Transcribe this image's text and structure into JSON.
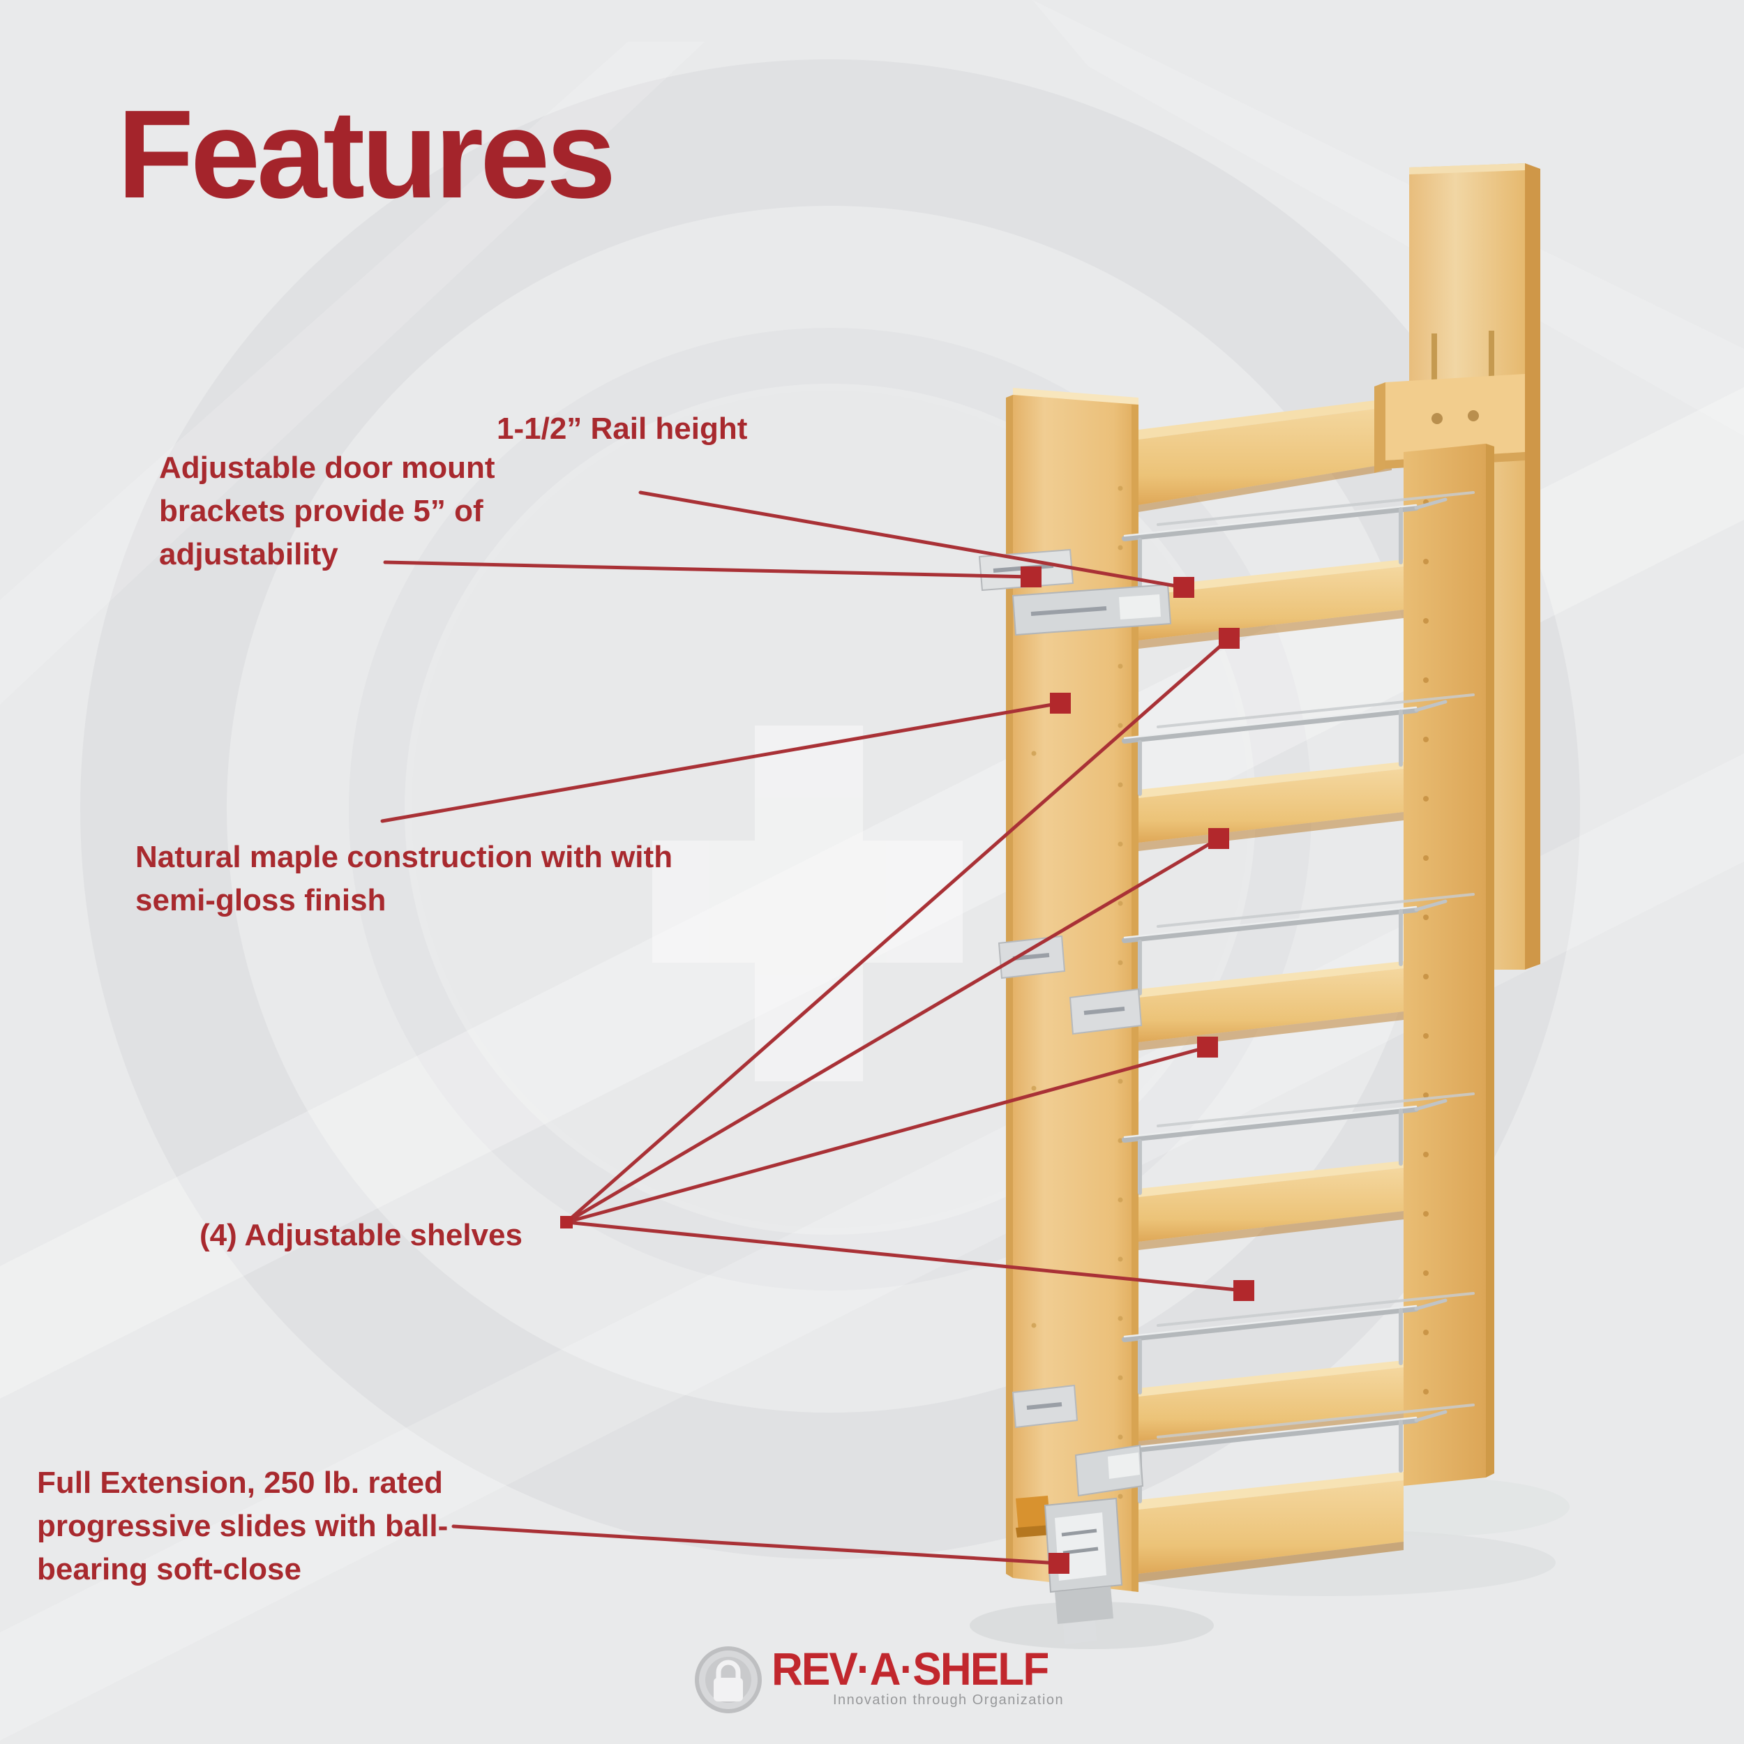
{
  "title": {
    "text": "Features"
  },
  "labels": {
    "rail_height": "1-1/2” Rail height",
    "door_mount": [
      "Adjustable door mount",
      "brackets provide 5” of",
      "adjustability"
    ],
    "maple": [
      "Natural maple construction with with",
      "semi-gloss finish"
    ],
    "shelves": "(4) Adjustable shelves",
    "slides": [
      "Full Extension, 250 lb. rated",
      "progressive slides with ball-",
      "bearing soft-close"
    ]
  },
  "logo": {
    "brand": "REV·A·SHELF",
    "tagline": "Innovation through Organization"
  },
  "colors": {
    "background": "#e9eaeb",
    "watermark_ring": "#e0e1e3",
    "title_text": "#a4242b",
    "label_text": "#a8292e",
    "leader_line": "#a93136",
    "target_dot": "#b2282c",
    "wood_light": "#f6e3b9",
    "wood_mid": "#ecc27c",
    "wood_dark": "#d09a4a",
    "chrome": "#b4b8bb",
    "slide_gray": "#d2d5d7",
    "logo_red": "#c1272d",
    "logo_gray": "#97989a"
  }
}
